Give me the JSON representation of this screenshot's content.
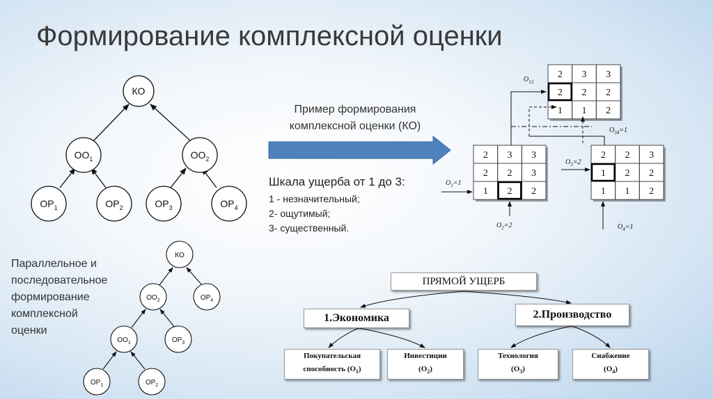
{
  "title": "Формирование комплексной оценки",
  "tree_top": {
    "root": "КО",
    "level1": [
      {
        "main": "ОО",
        "sub": "1"
      },
      {
        "main": "ОО",
        "sub": "2"
      }
    ],
    "level2": [
      {
        "main": "ОР",
        "sub": "1"
      },
      {
        "main": "ОР",
        "sub": "2"
      },
      {
        "main": "ОР",
        "sub": "3"
      },
      {
        "main": "ОР",
        "sub": "4"
      }
    ]
  },
  "example": {
    "line1": "Пример формирования",
    "line2": "комплексной оценки (КО)"
  },
  "scale": {
    "heading": "Шкала ущерба от 1 до 3:",
    "items": [
      "1 - незначительный;",
      "2- ощутимый;",
      "3- существенный."
    ]
  },
  "side_label": {
    "lines": [
      "Параллельное и",
      "последовательное",
      "формирование",
      "комплексной",
      "оценки"
    ]
  },
  "tree_bottom": {
    "root": "КО",
    "n_oo2": {
      "main": "ОО",
      "sub": "2"
    },
    "n_or4": {
      "main": "ОР",
      "sub": "4"
    },
    "n_oo1": {
      "main": "ОО",
      "sub": "1"
    },
    "n_or3": {
      "main": "ОР",
      "sub": "3"
    },
    "n_or1": {
      "main": "ОР",
      "sub": "1"
    },
    "n_or2": {
      "main": "ОР",
      "sub": "2"
    }
  },
  "matrices": {
    "m12": {
      "rows": [
        [
          "2",
          "3",
          "3"
        ],
        [
          "2",
          "2",
          "2"
        ],
        [
          "1",
          "1",
          "2"
        ]
      ],
      "highlight": [
        1,
        0
      ],
      "label": {
        "main": "O",
        "sub": "12"
      }
    },
    "m_left": {
      "rows": [
        [
          "2",
          "3",
          "3"
        ],
        [
          "2",
          "2",
          "3"
        ],
        [
          "1",
          "2",
          "2"
        ]
      ],
      "highlight": [
        2,
        1
      ]
    },
    "m_right": {
      "rows": [
        [
          "2",
          "2",
          "3"
        ],
        [
          "1",
          "2",
          "2"
        ],
        [
          "1",
          "1",
          "2"
        ]
      ],
      "highlight": [
        1,
        0
      ]
    },
    "o1": {
      "main": "O",
      "sub": "1",
      "suffix": "=1"
    },
    "o2": {
      "main": "O",
      "sub": "2",
      "suffix": "=2"
    },
    "o3": {
      "main": "O",
      "sub": "3",
      "suffix": "=2"
    },
    "o4": {
      "main": "O",
      "sub": "4",
      "suffix": "=1"
    },
    "o34": {
      "main": "O",
      "sub": "34",
      "suffix": "=1"
    }
  },
  "damage_tree": {
    "root": "ПРЯМОЙ УЩЕРБ",
    "cat1": "1.Экономика",
    "cat2": "2.Производство",
    "leaves": [
      {
        "line1": "Покупательская",
        "line2_main": "способность (О",
        "sub": "1",
        "close": ")"
      },
      {
        "line1": "Инвестиции",
        "line2_main": "(О",
        "sub": "2",
        "close": ")"
      },
      {
        "line1": "Технология",
        "line2_main": "(О",
        "sub": "3",
        "close": ")"
      },
      {
        "line1": "Снабжение",
        "line2_main": "(О",
        "sub": "4",
        "close": ")"
      }
    ]
  },
  "colors": {
    "arrow_fill": "#4f81bd",
    "arrow_stroke": "#3a6a9e"
  }
}
